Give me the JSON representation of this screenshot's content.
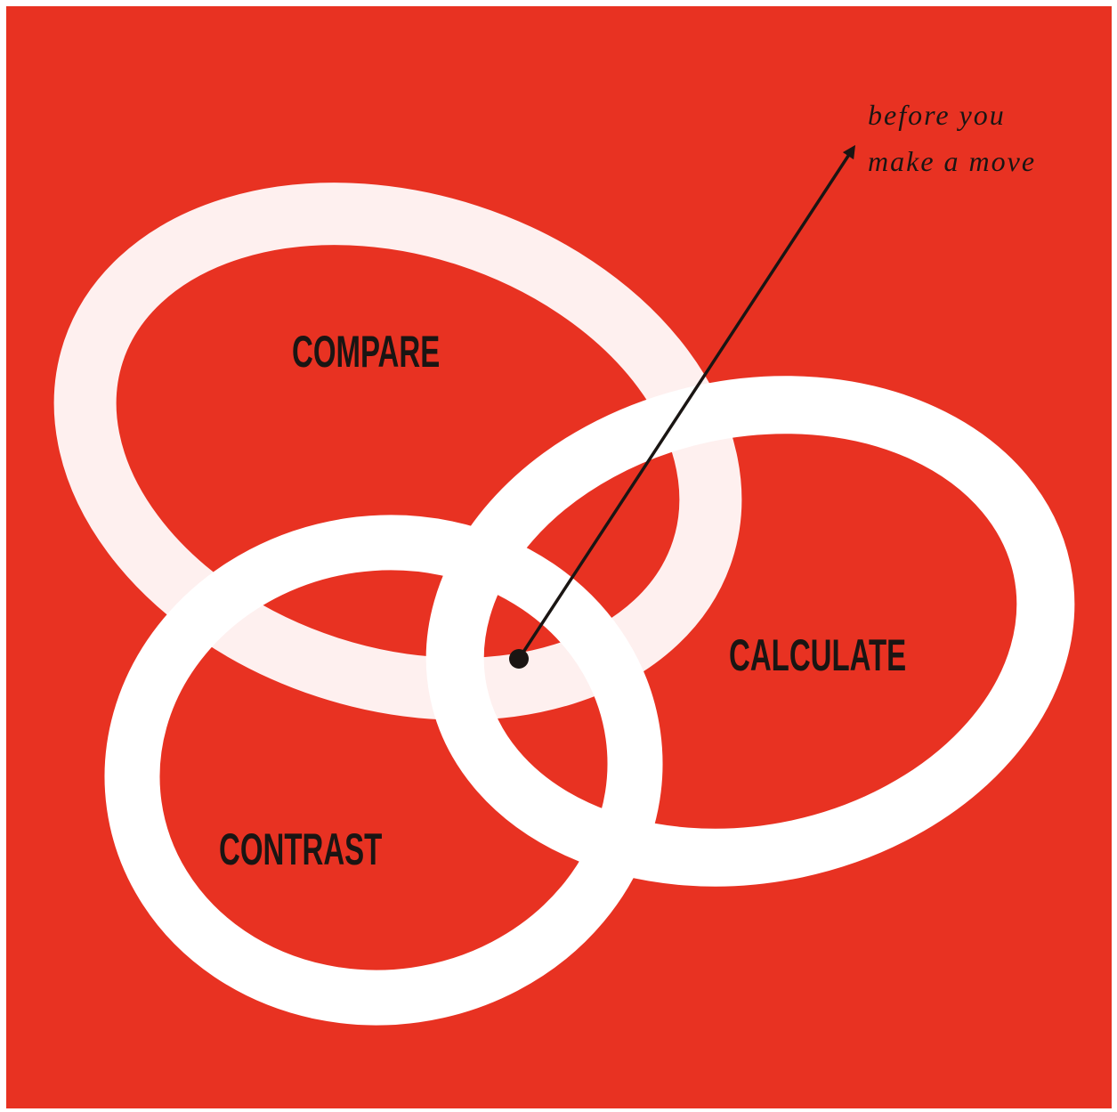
{
  "diagram": {
    "background_color": "#e83222",
    "ring_color": "#ffffff",
    "text_color": "#1a1513",
    "rings": [
      {
        "id": "compare",
        "label": "COMPARE"
      },
      {
        "id": "calculate",
        "label": "CALCULATE"
      },
      {
        "id": "contrast",
        "label": "CONTRAST"
      }
    ],
    "callout": {
      "line1": "before you",
      "line2": "make a move"
    }
  }
}
